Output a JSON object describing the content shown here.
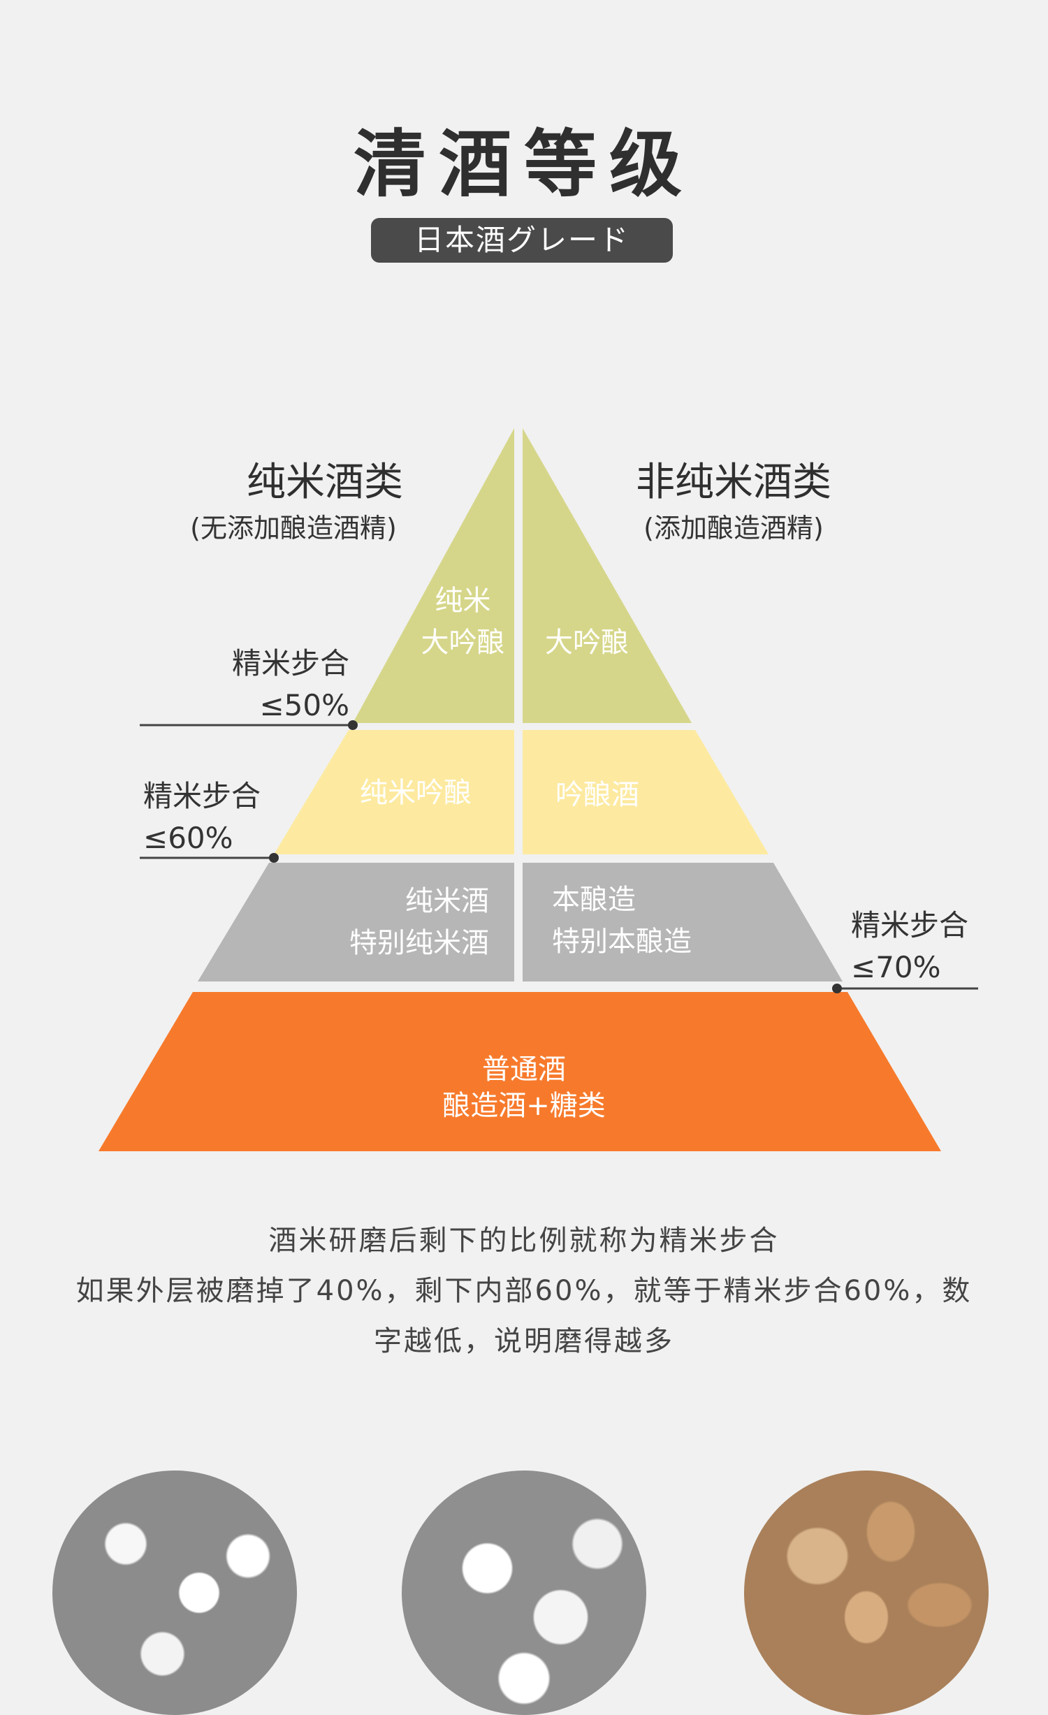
{
  "title": "清酒等级",
  "subtitle": "日本酒グレード",
  "categories": {
    "left": {
      "title": "纯米酒类",
      "note": "(无添加酿造酒精)"
    },
    "right": {
      "title": "非纯米酒类",
      "note": "(添加酿造酒精)"
    }
  },
  "layers": {
    "top": {
      "left": [
        "纯米",
        "大吟酿"
      ],
      "right": [
        "大吟酿"
      ],
      "color": "#d6d68a"
    },
    "second": {
      "left": [
        "纯米吟酿"
      ],
      "right": [
        "吟酿酒"
      ],
      "color": "#fdeaa0"
    },
    "third": {
      "left": [
        "纯米酒",
        "特别纯米酒"
      ],
      "right": [
        "本酿造",
        "特别本酿造"
      ],
      "color": "#b6b6b6"
    },
    "base": {
      "lines": [
        "普通酒",
        "酿造酒+糖类"
      ],
      "color": "#f77a2c"
    }
  },
  "thresholds": [
    {
      "label": "精米步合",
      "value": "≤50%"
    },
    {
      "label": "精米步合",
      "value": "≤60%"
    },
    {
      "label": "精米步合",
      "value": "≤70%"
    }
  ],
  "description": [
    "酒米研磨后剩下的比例就称为精米步合",
    "如果外层被磨掉了40%，剩下内部60%，就等于精米步合60%，数",
    "字越低，说明磨得越多"
  ]
}
